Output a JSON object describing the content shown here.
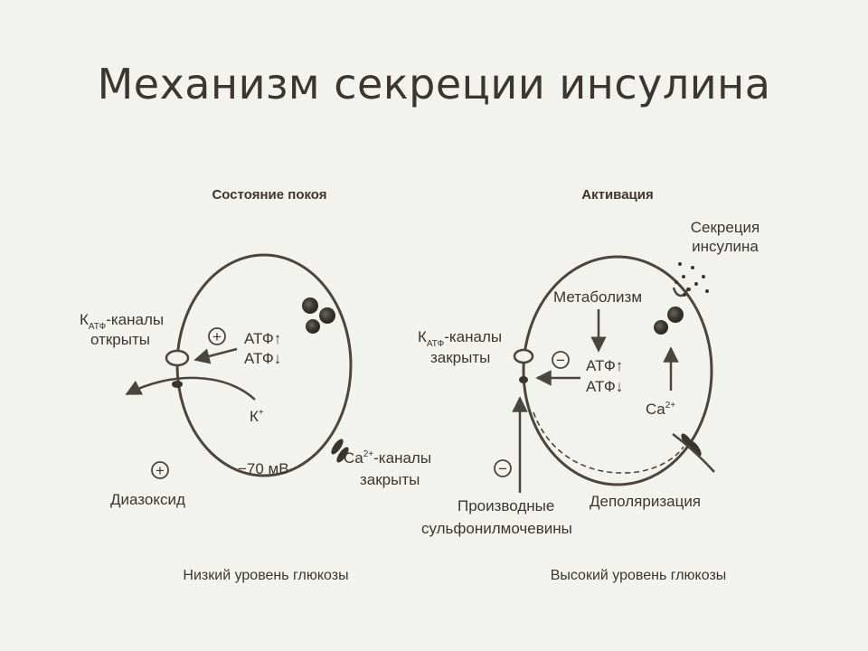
{
  "title": "Механизм секреции инсулина",
  "rest": {
    "heading": "Состояние покоя",
    "katp_channels": "К",
    "katp_sub": "АТФ",
    "katp_channels_suffix": "-каналы",
    "katp_state": "открыты",
    "plus_sign": "+",
    "atp_up": "АТФ↑",
    "atp_down": "АТФ↓",
    "potassium": "К",
    "potassium_sup": "+",
    "potential": "−70 мВ",
    "ca_channels": "Ca",
    "ca_sup": "2+",
    "ca_channels_suffix": "-каналы",
    "ca_state": "закрыты",
    "diazoxide_plus": "+",
    "diazoxide": "Диазоксид",
    "footer": "Низкий уровень глюкозы"
  },
  "active": {
    "heading": "Активация",
    "secretion_1": "Секреция",
    "secretion_2": "инсулина",
    "metabolism": "Метаболизм",
    "katp_channels": "К",
    "katp_sub": "АТФ",
    "katp_channels_suffix": "-каналы",
    "katp_state": "закрыты",
    "minus_sign": "−",
    "atp_up": "АТФ↑",
    "atp_down": "АТФ↓",
    "calcium": "Ca",
    "calcium_sup": "2+",
    "sulfonyl_minus": "−",
    "sulfonyl_1": "Производные",
    "sulfonyl_2": "сульфонилмочевины",
    "depolarization": "Деполяризация",
    "footer": "Высокий уровень глюкозы"
  },
  "colors": {
    "background": "#f2f2ee",
    "ink": "#3b3631",
    "granule": "#3a3530"
  }
}
